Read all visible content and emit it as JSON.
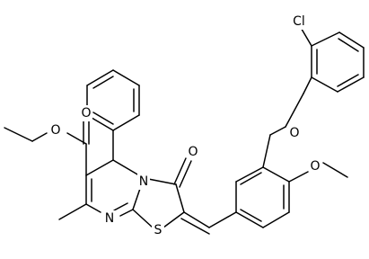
{
  "labels": {
    "cl": "Cl",
    "o_ether": "O",
    "o_methoxy": "O",
    "o_ketone": "O",
    "o_carbonyl": "O",
    "o_ester": "O",
    "n_ring": "N",
    "n_imine": "N",
    "s_ring": "S"
  }
}
